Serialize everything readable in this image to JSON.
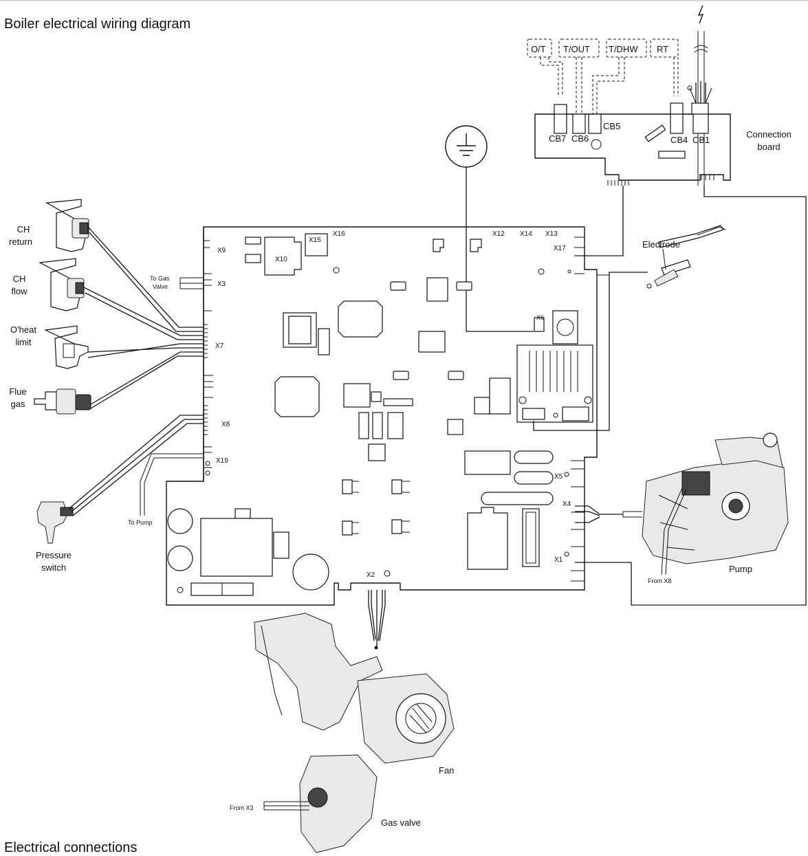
{
  "title": "Boiler electrical wiring diagram",
  "footer_heading": "Electrical connections",
  "connection_board": {
    "label": "Connection board",
    "label_lines": [
      "Connection",
      "board"
    ],
    "terminals": [
      "CB7",
      "CB6",
      "CB5",
      "CB4",
      "CB1"
    ],
    "external": [
      "O/T",
      "T/OUT",
      "T/DHW",
      "RT"
    ]
  },
  "main_board": {
    "connectors": [
      "X9",
      "X3",
      "X7",
      "X8",
      "X19",
      "X10",
      "X15",
      "X16",
      "X12",
      "X14",
      "X13",
      "X17",
      "X6",
      "X5",
      "X4",
      "X1",
      "X2"
    ]
  },
  "sensors": [
    {
      "label": "CH return",
      "lines": [
        "CH",
        "return"
      ]
    },
    {
      "label": "CH flow",
      "lines": [
        "CH",
        "flow"
      ]
    },
    {
      "label": "O'heat limit",
      "lines": [
        "O'heat",
        "limit"
      ]
    },
    {
      "label": "Flue gas",
      "lines": [
        "Flue",
        "gas"
      ]
    },
    {
      "label": "Pressure switch",
      "lines": [
        "Pressure",
        "switch"
      ]
    }
  ],
  "annotations": {
    "to_gas_valve": [
      "To Gas",
      "Valve"
    ],
    "to_pump": "To Pump",
    "from_x8": "From X8",
    "from_x3": "From X3"
  },
  "components": {
    "electrode": "Electrode",
    "pump": "Pump",
    "fan": "Fan",
    "gas_valve": "Gas valve"
  }
}
